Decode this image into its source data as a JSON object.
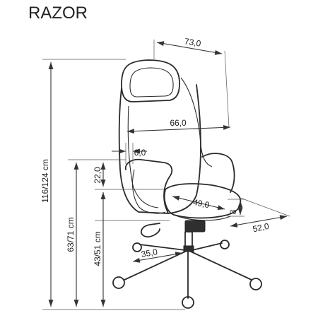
{
  "title": "RAZOR",
  "dimensions": {
    "overall_width": "73,0",
    "back_width": "66,0",
    "armrest_width": "6,0",
    "armrest_height": "22,0",
    "seat_width": "49,0",
    "seat_thickness": "8",
    "seat_depth": "52,0",
    "total_height": "116/124 cm",
    "seat_height": "63/71 cm",
    "base_height": "43/51 cm",
    "base_radius": "35,0"
  }
}
